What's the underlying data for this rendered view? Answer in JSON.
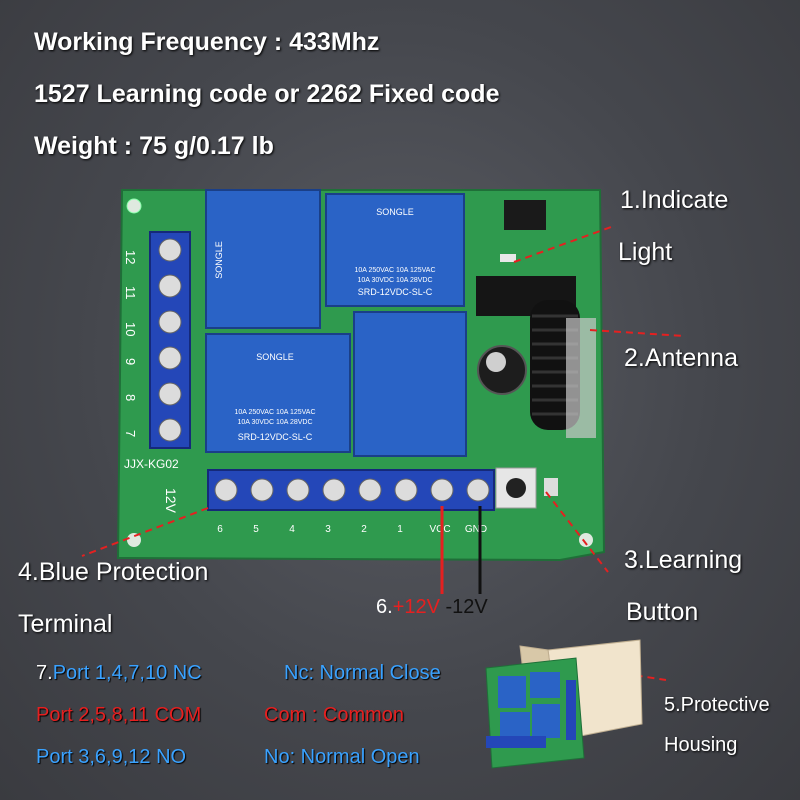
{
  "specs": {
    "frequency": "Working Frequency : 433Mhz",
    "code": "1527 Learning code or 2262 Fixed code",
    "weight": "Weight : 75 g/0.17 lb"
  },
  "callouts": {
    "indicate_1": "1.Indicate",
    "indicate_2": "Light",
    "antenna": "2.Antenna",
    "learning_1": "3.Learning",
    "learning_2": "Button",
    "terminal_1": "4.Blue Protection",
    "terminal_2": "Terminal",
    "housing_1": "5.Protective",
    "housing_2": "Housing"
  },
  "power": {
    "prefix": "6.",
    "plus": "+12V",
    "minus": " -12V"
  },
  "ports": {
    "prefix": "7.",
    "nc_ports": "Port 1,4,7,10 NC",
    "nc_desc": "Nc: Normal Close",
    "com_ports": "Port 2,5,8,11 COM",
    "com_desc": "Com : Common",
    "no_ports": "Port 3,6,9,12 NO",
    "no_desc": "No: Normal Open"
  },
  "board": {
    "model": "JJX-KG02",
    "side_numbers": [
      "12",
      "11",
      "10",
      "9",
      "8",
      "7"
    ],
    "bottom_labels": [
      "6",
      "5",
      "4",
      "3",
      "2",
      "1",
      "VCC",
      "GND"
    ],
    "relay_brand": "SONGLE",
    "relay_model": "SRD-12VDC-SL-C",
    "relay_rating_1": "10A 250VAC 10A 125VAC",
    "relay_rating_2": "10A 30VDC 10A 28VDC",
    "bottom_left_mark": "12V"
  },
  "colors": {
    "pcb": "#2f9a4e",
    "relay": "#2a63c6",
    "terminal": "#2447b8",
    "red": "#e52020",
    "blue_text": "#3aa2ff",
    "white": "#ffffff"
  }
}
